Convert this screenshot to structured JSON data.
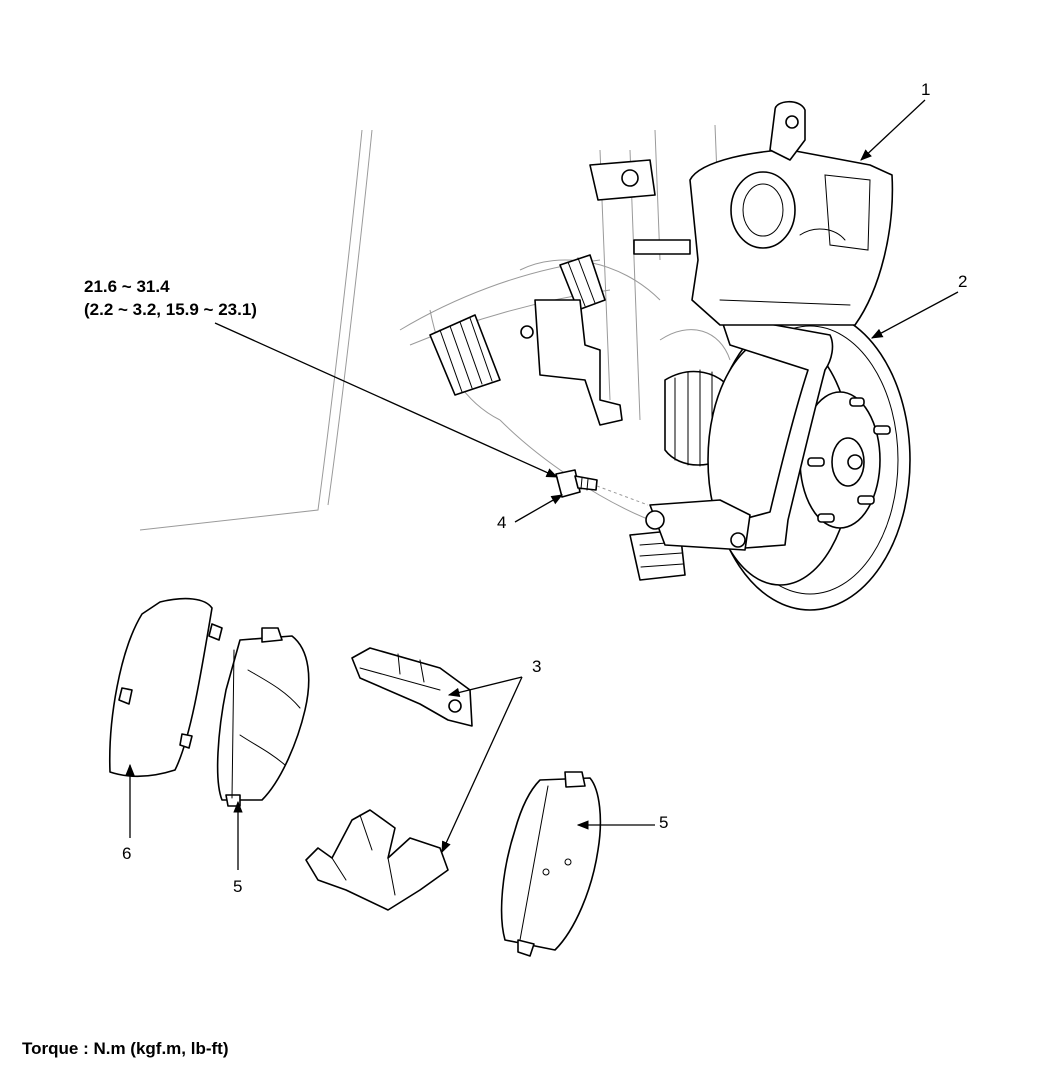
{
  "callouts": {
    "c1": "1",
    "c2": "2",
    "c3": "3",
    "c4": "4",
    "c5a": "5",
    "c5b": "5",
    "c6": "6"
  },
  "torque_spec": {
    "line1": "21.6 ~ 31.4",
    "line2": "(2.2 ~ 3.2, 15.9 ~ 23.1)"
  },
  "footer": {
    "unit_note": "Torque : N.m (kgf.m, lb-ft)"
  }
}
